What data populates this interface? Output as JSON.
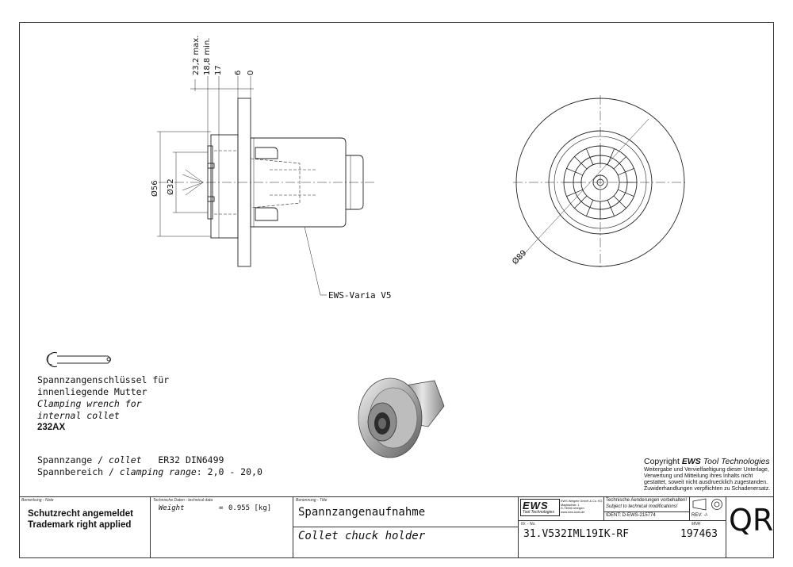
{
  "dimensions": {
    "d232": "23,2 max.",
    "d188": "18,8 min.",
    "d17": "17",
    "d6": "6",
    "d0": "0",
    "d56": "Ø56",
    "d32": "Ø32",
    "d89": "Ø89"
  },
  "callout": "EWS-Varia V5",
  "wrench": {
    "de_line1": "Spannzangenschlüssel für",
    "de_line2": "innenliegende Mutter",
    "en_line1": "Clamping wrench for",
    "en_line2": "internal collet",
    "part": "232AX"
  },
  "collet": {
    "label_de": "Spannzange / ",
    "label_en": "collet",
    "value": "ER32   DIN6499",
    "range_de": "Spannbereich / ",
    "range_en": "clamping range",
    "range_value": ": 2,0 - 20,0"
  },
  "copyright": {
    "prefix": "Copyright ",
    "brand": "EWS",
    "suffix": " Tool Technologies",
    "line1": "Weitergabe und Vervielfaeltigung dieser Unterlage,",
    "line2": "Verwertung und Mitteilung ihres Inhalts nicht",
    "line3": "gestattet, soweit nicht ausdruecklich zugestanden.",
    "line4": "Zuwiderhandlungen verpflichten zu Schadenersatz."
  },
  "titleblock": {
    "note_label": "Bemerkung - Note",
    "note_line1": "Schutzrecht angemeldet",
    "note_line2": "Trademark right applied",
    "tech_label": "Technische Daten - technical data",
    "weight_label": "Weight",
    "weight_eq": "=",
    "weight_value": "0.955 [kg]",
    "title_label": "Benennung - Title",
    "title_de": "Spannzangenaufnahme",
    "title_en": "Collet chuck holder",
    "logo": "EWS",
    "logo_sub": "Tool Technologies",
    "company_line1": "EWS Weigele GmbH & Co. KG",
    "company_line2": "Maybachstr. 1",
    "company_line3": "D-73066 Uhingen",
    "company_line4": "www.ews-tools.de",
    "tech_changes_de": "Technische Aenderungen vorbehalten!",
    "tech_changes_en": "Subject to technical modifications!",
    "ident": "IDENT: D-EWS-215774",
    "rev": "REV: -/-",
    "nr_label": "Nr. - No.",
    "part_number": "31.V532IML19IK-RF",
    "mnr_label": "MNR",
    "mnr": "197463",
    "qr": "QR"
  }
}
